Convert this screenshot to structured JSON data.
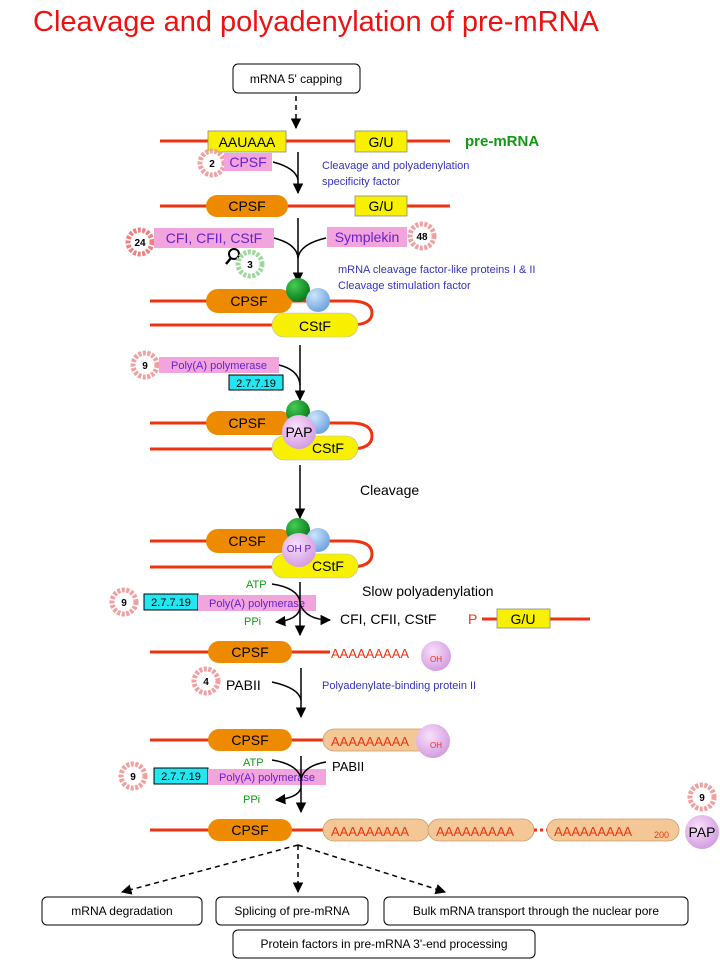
{
  "title": "Cleavage and polyadenylation of pre-mRNA",
  "boxes": {
    "capping": "mRNA 5' capping",
    "degradation": "mRNA degradation",
    "splicing": "Splicing of pre-mRNA",
    "transport": "Bulk mRNA transport through the nuclear pore",
    "protein_factors": "Protein factors in pre-mRNA 3'-end processing"
  },
  "seq": {
    "aauaaa": "AAUAAA",
    "gu": "G/U",
    "premrna": "pre-mRNA",
    "polya": "AAAAAAAAA",
    "oh": "OH",
    "sub200": "200",
    "p": "P",
    "ohp": "OH P"
  },
  "proteins": {
    "cpsf": "CPSF",
    "cstf": "CStF",
    "pap": "PAP",
    "cfi_cfii_cstf": "CFI, CFII, CStF",
    "symplekin": "Symplekin",
    "polya_polymerase": "Poly(A) polymerase",
    "pabii": "PABII"
  },
  "enzyme_ec": "2.7.7.19",
  "descriptions": {
    "cpsf_full_1": "Cleavage  and polyadenylation",
    "cpsf_full_2": "specificity factor",
    "cf_full_1": "mRNA cleavage  factor-like proteins I & II",
    "cf_full_2": "Cleavage  stimulation factor",
    "pabii_full": "Polyadenylate-binding  protein II"
  },
  "steps": {
    "cleavage": "Cleavage",
    "slow_polya": "Slow polyadenylation",
    "atp": "ATP",
    "ppi": "PPi"
  },
  "released": "CFI, CFII, CStF",
  "counts": {
    "cpsf": "2",
    "cfi": "24",
    "cfi_search": "3",
    "symplekin": "48",
    "pap1": "9",
    "pap2": "9",
    "pabii": "4",
    "pap3": "9",
    "pap4": "9"
  },
  "colors": {
    "title": "#ee1111",
    "rna": "#ee3311",
    "yellow_box": "#f7f000",
    "cpsf_orange": "#ee8a00",
    "pink_label": "#f2a4dd",
    "purple_text": "#6622cc",
    "blue_text": "#3333bb",
    "green_text": "#119911",
    "ec_cyan": "#22e6f0",
    "pap_lilac": "#e0b0ea",
    "polya_tan": "#f4c896",
    "dark_green": "#119922",
    "light_blue": "#88bbee"
  }
}
